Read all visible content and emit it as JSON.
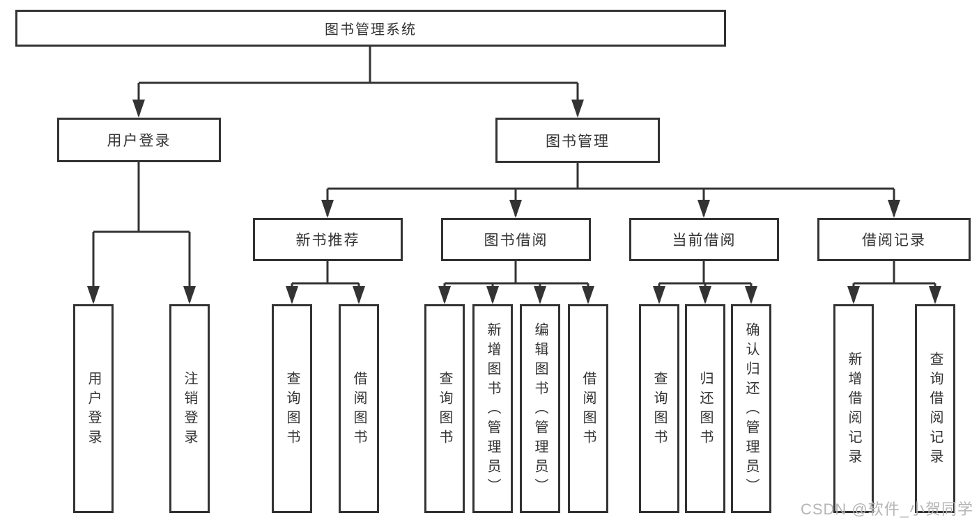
{
  "tree": {
    "root": "图书管理系统",
    "branches": [
      {
        "label": "用户登录",
        "children": [
          "用户登录",
          "注销登录"
        ]
      },
      {
        "label": "图书管理",
        "groups": [
          {
            "label": "新书推荐",
            "children": [
              "查询图书",
              "借阅图书"
            ]
          },
          {
            "label": "图书借阅",
            "children": [
              "查询图书",
              "新增图书（管理员）",
              "编辑图书（管理员）",
              "借阅图书"
            ]
          },
          {
            "label": "当前借阅",
            "children": [
              "查询图书",
              "归还图书",
              "确认归还（管理员）"
            ]
          },
          {
            "label": "借阅记录",
            "children": [
              "新增借阅记录",
              "查询借阅记录"
            ]
          }
        ]
      }
    ]
  },
  "watermark": {
    "text": "CSDN @软件_小贺同学"
  },
  "colors": {
    "line": "#333333",
    "box_border": "#333333",
    "text": "#333333",
    "background": "#ffffff",
    "watermark": "#b5b5b5"
  }
}
